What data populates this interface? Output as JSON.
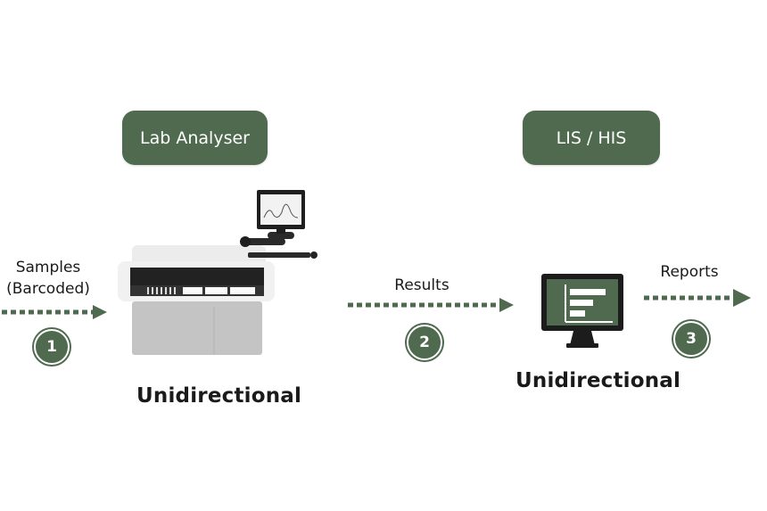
{
  "colors": {
    "accent": "#4f6a4f",
    "text": "#1a1a1a",
    "background": "#ffffff"
  },
  "nodes": {
    "lab_analyser": {
      "label": "Lab Analyser",
      "icon": "lab-analyser-machine-icon"
    },
    "lis_his": {
      "label": "LIS / HIS",
      "icon": "monitor-bar-chart-icon"
    }
  },
  "flows": [
    {
      "step": "1",
      "label_line1": "Samples",
      "label_line2": "(Barcoded)"
    },
    {
      "step": "2",
      "label": "Results"
    },
    {
      "step": "3",
      "label": "Reports"
    }
  ],
  "captions": {
    "lab_analyser": "Unidirectional",
    "lis_his": "Unidirectional"
  }
}
